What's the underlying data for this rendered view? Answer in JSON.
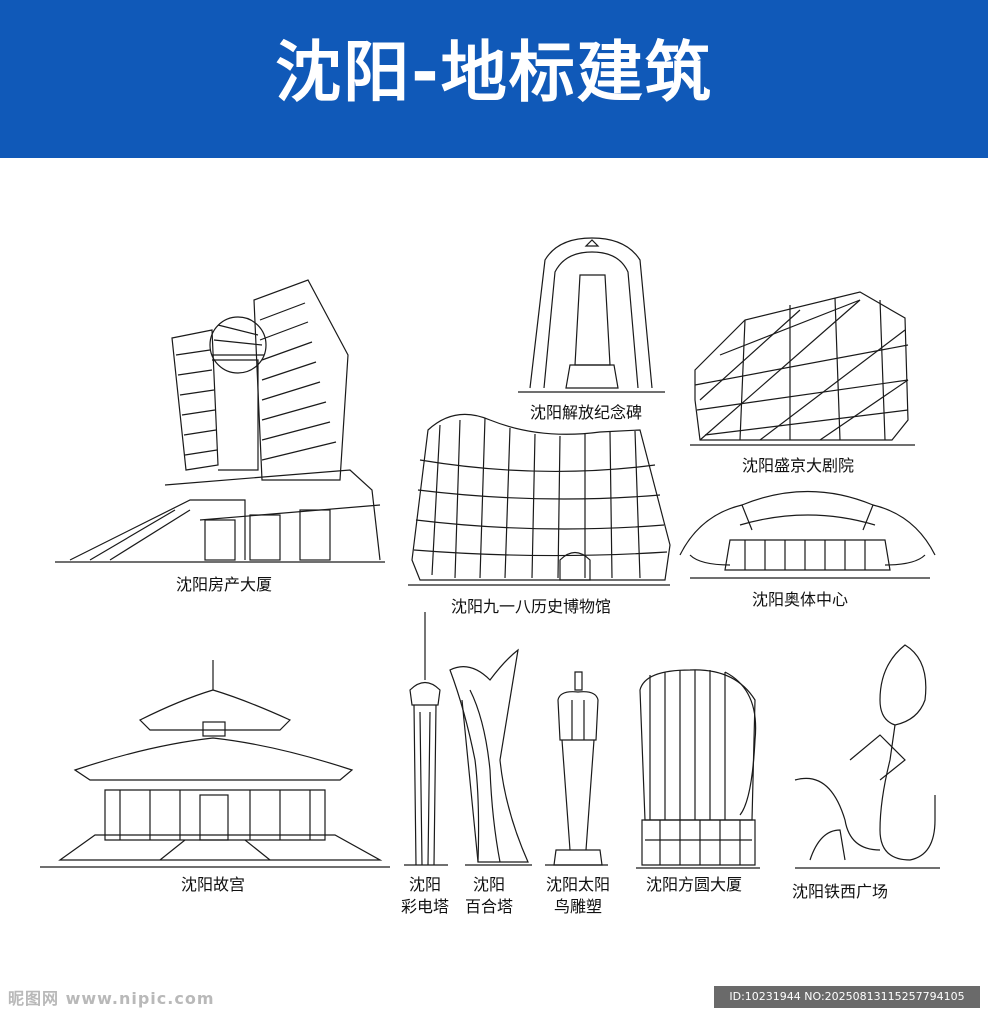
{
  "banner": {
    "title": "沈阳-地标建筑",
    "color": "#1059b8"
  },
  "landmarks": [
    {
      "name": "沈阳房产大厦"
    },
    {
      "name": "沈阳解放纪念碑"
    },
    {
      "name": "沈阳盛京大剧院"
    },
    {
      "name": "沈阳九一八历史博物馆"
    },
    {
      "name": "沈阳奥体中心"
    },
    {
      "name": "沈阳故宫"
    },
    {
      "name_line1": "沈阳",
      "name_line2": "彩电塔"
    },
    {
      "name_line1": "沈阳",
      "name_line2": "百合塔"
    },
    {
      "name_line1": "沈阳太阳",
      "name_line2": "鸟雕塑"
    },
    {
      "name": "沈阳方圆大厦"
    },
    {
      "name": "沈阳铁西广场"
    }
  ],
  "watermark": {
    "left": "昵图网 www.nipic.com",
    "right": "ID:10231944 NO:20250813115257794105"
  }
}
